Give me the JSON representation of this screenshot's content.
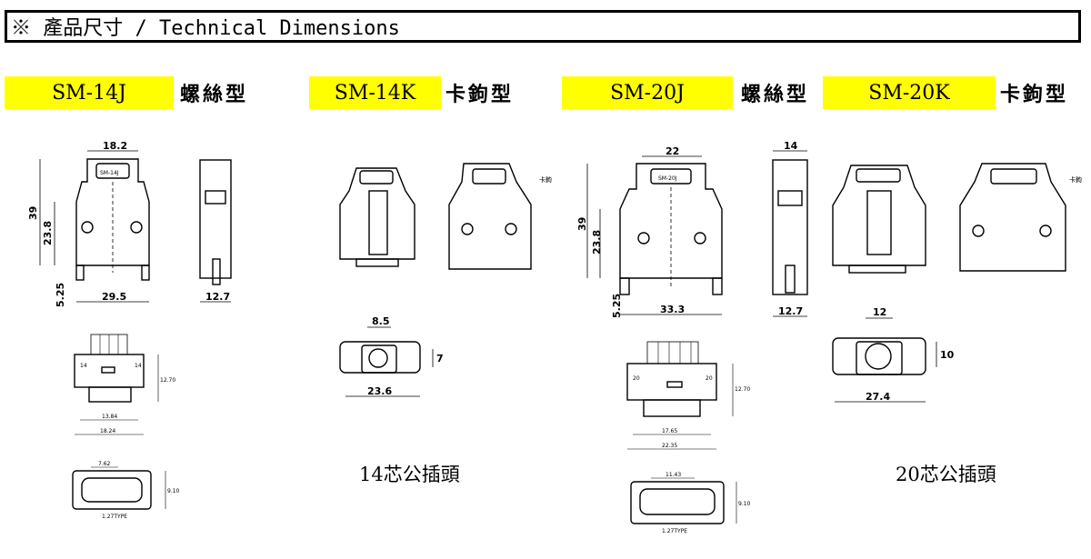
{
  "header": {
    "title": "※ 產品尺寸 / Technical Dimensions"
  },
  "models": [
    {
      "name": "SM-14J",
      "kind": "螺絲型"
    },
    {
      "name": "SM-14K",
      "kind": "卡鉤型"
    },
    {
      "name": "SM-20J",
      "kind": "螺絲型"
    },
    {
      "name": "SM-20K",
      "kind": "卡鉤型"
    }
  ],
  "captions": {
    "c14": "14芯公插頭",
    "c20": "20芯公插頭"
  },
  "dims": {
    "j14_top": "18.2",
    "j14_h": "39",
    "j14_h2": "23.8",
    "j14_pin": "5.25",
    "j14_w": "29.5",
    "j14_side": "12.7",
    "k14_a": "8.5",
    "k14_b": "7",
    "k14_c": "23.6",
    "j20_top": "22",
    "j20_h": "39",
    "j20_h2": "23.8",
    "j20_pin": "5.25",
    "j20_w": "33.3",
    "k20_top": "14",
    "k20_side": "12.7",
    "k20_a": "12",
    "k20_b": "10",
    "k20_c": "27.4",
    "p14_a": "12.70",
    "p14_b": "13.84",
    "p14_c": "18.24",
    "f14_a": "7.62",
    "f14_b": "9.10",
    "f14_c": "1.27TYPE",
    "p20_a": "12.70",
    "p20_b": "17.65",
    "p20_c": "22.35",
    "f20_a": "11.43",
    "f20_b": "9.10",
    "f20_c": "1.27TYPE",
    "hook": "卡鉤",
    "label_14": "SM-14J",
    "label_20": "SM-20J",
    "plug14_side": "14",
    "plug14_side2": "14",
    "plug20_side": "20",
    "plug20_side2": "20"
  },
  "colors": {
    "accent": "#ffff00",
    "ink": "#000000"
  }
}
